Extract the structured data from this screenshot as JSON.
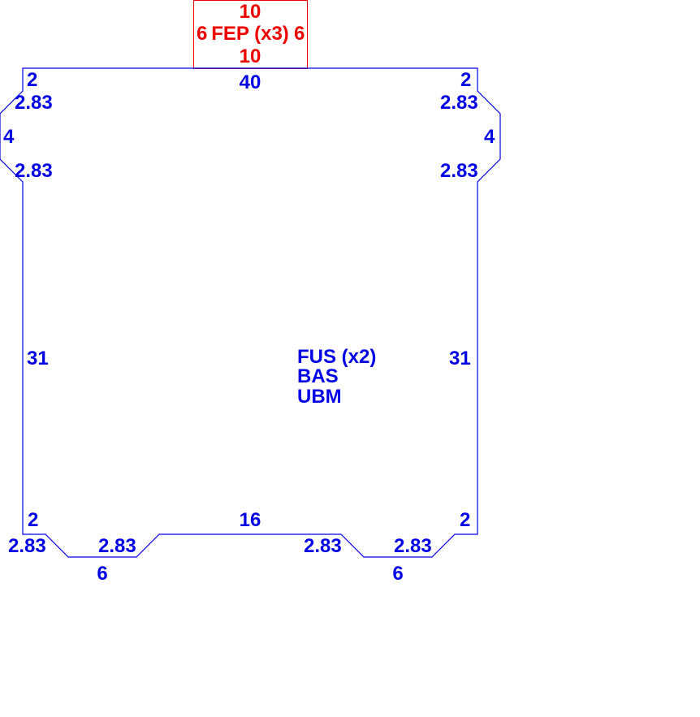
{
  "colors": {
    "outline": "#0000e6",
    "fep": "#ee0000"
  },
  "fep": {
    "label": "FEP (x3)",
    "top": "10",
    "bottom": "10",
    "left": "6",
    "right": "6"
  },
  "main": {
    "labels": [
      "FUS (x2)",
      "BAS",
      "UBM"
    ],
    "top": "40",
    "top_left_2": "2",
    "top_right_2": "2",
    "left_chamfer_top": "2.83",
    "left_chamfer_bottom": "2.83",
    "left_4": "4",
    "right_chamfer_top": "2.83",
    "right_chamfer_bottom": "2.83",
    "right_4": "4",
    "left_31": "31",
    "right_31": "31",
    "bottom_left_2": "2",
    "bottom_right_2": "2",
    "bottom_16": "16",
    "notch1": {
      "c1": "2.83",
      "w": "6",
      "c2": "2.83"
    },
    "notch2": {
      "c1": "2.83",
      "w": "6",
      "c2": "2.83"
    }
  }
}
